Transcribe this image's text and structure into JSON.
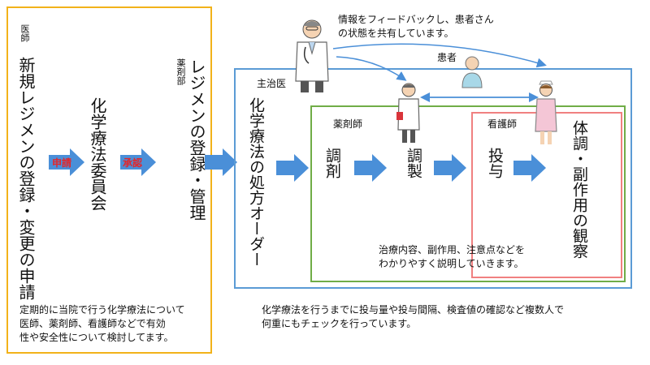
{
  "left_block": {
    "applicant_label": "医師",
    "applicant_text": "新規レジメンの登録・変更の申請",
    "arrow1_label": "申請",
    "committee_text": "化学療法委員会",
    "arrow2_label": "承認",
    "pharmacy_label": "薬剤部",
    "pharmacy_text": "レジメンの登録・管理",
    "note": "定期的に当院で行う化学療法について\n医師、薬剤師、看護師などで有効\n性や安全性について検討してます。"
  },
  "right_block": {
    "feedback_note": "情報をフィードバックし、患者さん\nの状態を共有しています。",
    "patient_label": "患者",
    "attending_label": "主治医",
    "order_text": "化学療法の処方オーダー",
    "pharmacist_label": "薬剤師",
    "step_dispense": "調剤",
    "step_prepare": "調製",
    "nurse_label": "看護師",
    "step_administer": "投与",
    "step_observe": "体調・副作用の観察",
    "explain_note": "治療内容、副作用、注意点などを\nわかりやすく説明していきます。",
    "bottom_note": "化学療法を行うまでに投与量や投与間隔、検査値の確認など複数人で\n何重にもチェックを行っています。"
  },
  "colors": {
    "yellow_border": "#f2b21a",
    "blue_border": "#5b9bd5",
    "green_border": "#70ad47",
    "red_border": "#f08080",
    "arrow_blue": "#4a8fd8",
    "label_red": "#e3262a"
  },
  "icons": [
    "doctor-icon",
    "patient-icon",
    "pharmacist-icon",
    "nurse-icon"
  ]
}
